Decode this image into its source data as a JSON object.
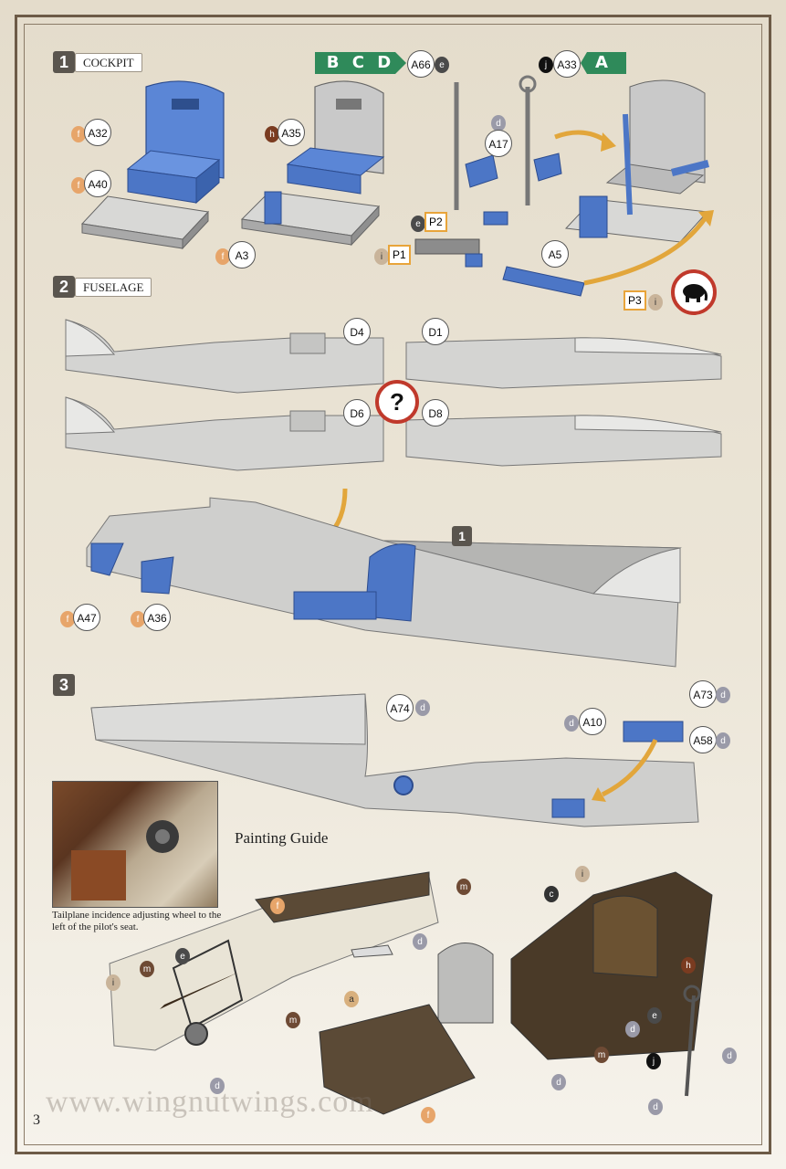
{
  "steps": [
    {
      "number": "1",
      "title": "COCKPIT"
    },
    {
      "number": "2",
      "title": "FUSELAGE"
    },
    {
      "number": "3",
      "title": ""
    }
  ],
  "versions": {
    "left": "B C D E",
    "right": "A"
  },
  "parts_step1": {
    "a32": "A32",
    "a40": "A40",
    "a35": "A35",
    "a3": "A3",
    "a66": "A66",
    "a33": "A33",
    "a17": "A17",
    "a5": "A5",
    "p1": "P1",
    "p2": "P2",
    "p3": "P3"
  },
  "parts_step2": {
    "d4": "D4",
    "d1": "D1",
    "d6": "D6",
    "d8": "D8",
    "a47": "A47",
    "a36": "A36",
    "sub1": "1"
  },
  "parts_step3": {
    "a74": "A74",
    "a10": "A10",
    "a73": "A73",
    "a58": "A58"
  },
  "paints": {
    "f": "f",
    "h": "h",
    "e": "e",
    "j": "j",
    "d": "d",
    "i": "i",
    "m": "m",
    "c": "c",
    "a": "a"
  },
  "icons": {
    "question": "?",
    "elephant": "elephant-icon"
  },
  "photo_caption": "Tailplane incidence adjusting wheel to the left of the pilot's seat.",
  "painting_guide": "Painting Guide",
  "url": "www.wingnutwings.com",
  "page_number": "3",
  "colors": {
    "accent_green": "#2f8a5a",
    "part_blue": "#4a76c9",
    "paint_f": "#e7a56a",
    "paint_m": "#6e4a34",
    "frame": "#6d5b47"
  }
}
